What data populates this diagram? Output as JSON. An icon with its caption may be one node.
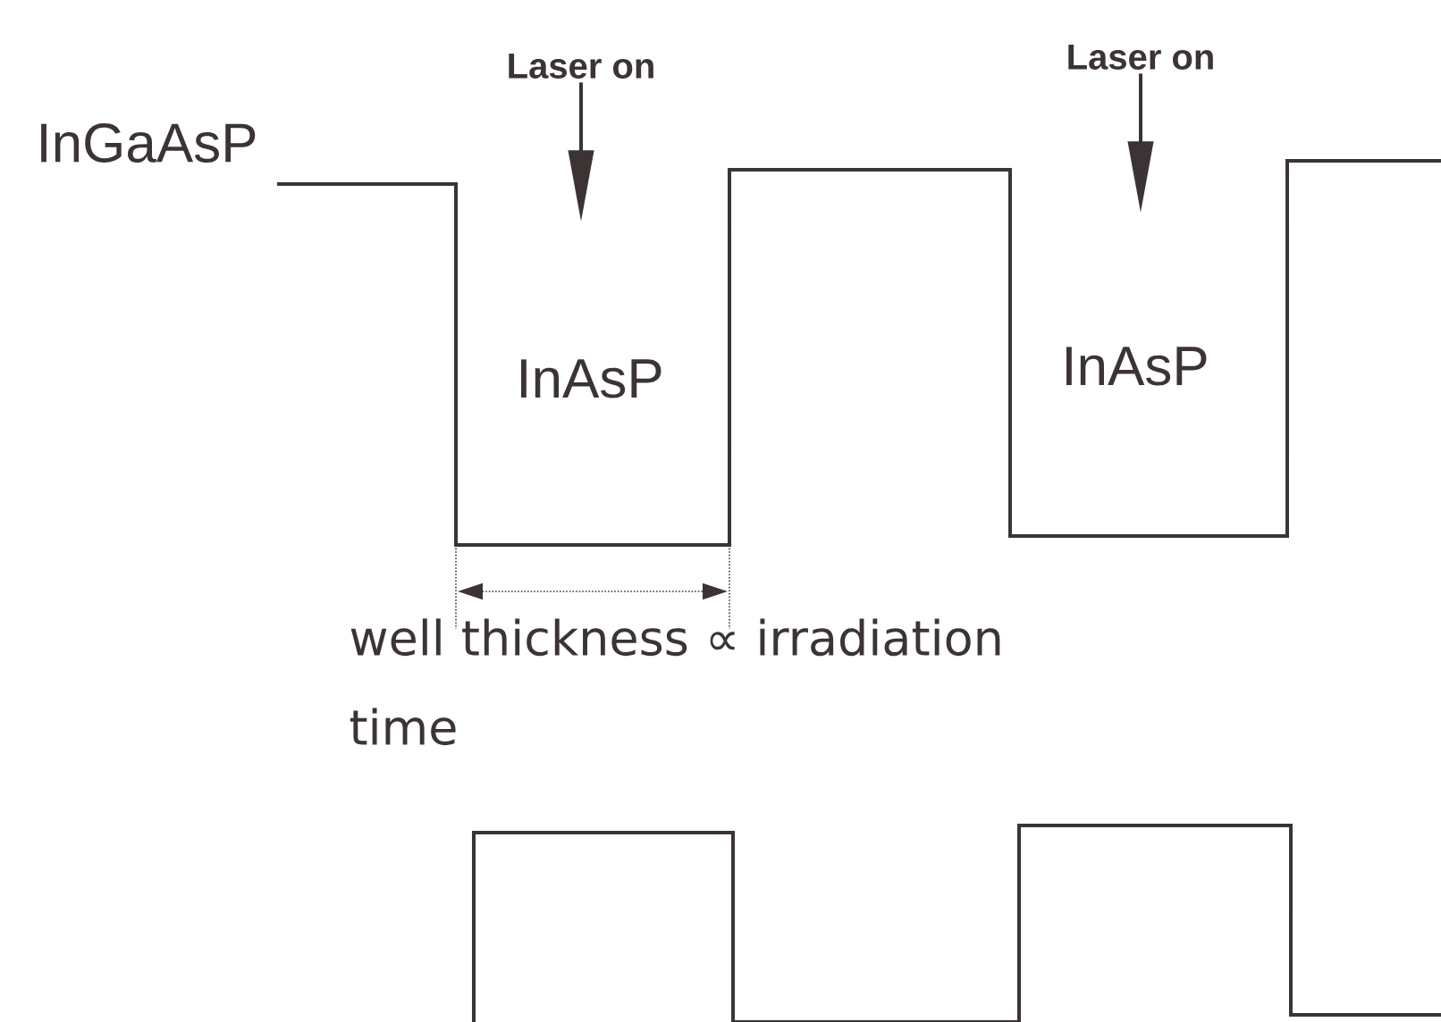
{
  "diagram": {
    "nodes": [
      {
        "text": [
          "Laser on"
        ]
      },
      {
        "text": [
          "Laser on"
        ]
      }
    ],
    "edges": [
      {
        "from": 0,
        "to": null,
        "arrow": "to"
      },
      {
        "from": 1,
        "to": null,
        "arrow": "to"
      }
    ],
    "labels": [
      "InGaAsP",
      "InAsP",
      "InAsP",
      "well thickness ∝ irradiation time"
    ]
  }
}
